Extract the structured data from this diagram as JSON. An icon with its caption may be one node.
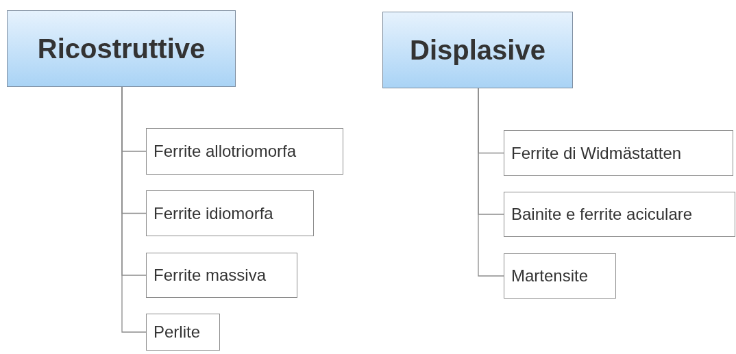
{
  "diagram": {
    "nodes": [
      {
        "text": [
          "Ricostruttive"
        ]
      },
      {
        "text": [
          "Ferrite allotriomorfa"
        ]
      },
      {
        "text": [
          "Ferrite idiomorfa"
        ]
      },
      {
        "text": [
          "Ferrite massiva"
        ]
      },
      {
        "text": [
          "Perlite"
        ]
      },
      {
        "text": [
          "Displasive"
        ]
      },
      {
        "text": [
          "Ferrite di Widmästatten"
        ]
      },
      {
        "text": [
          "Bainite e ferrite aciculare"
        ]
      },
      {
        "text": [
          "Martensite"
        ]
      }
    ],
    "edges": [
      {
        "from": 0,
        "to": 1,
        "arrow": "none"
      },
      {
        "from": 0,
        "to": 2,
        "arrow": "none"
      },
      {
        "from": 0,
        "to": 3,
        "arrow": "none"
      },
      {
        "from": 0,
        "to": 4,
        "arrow": "none"
      },
      {
        "from": 5,
        "to": 6,
        "arrow": "none"
      },
      {
        "from": 5,
        "to": 7,
        "arrow": "none"
      },
      {
        "from": 5,
        "to": 8,
        "arrow": "none"
      }
    ]
  }
}
